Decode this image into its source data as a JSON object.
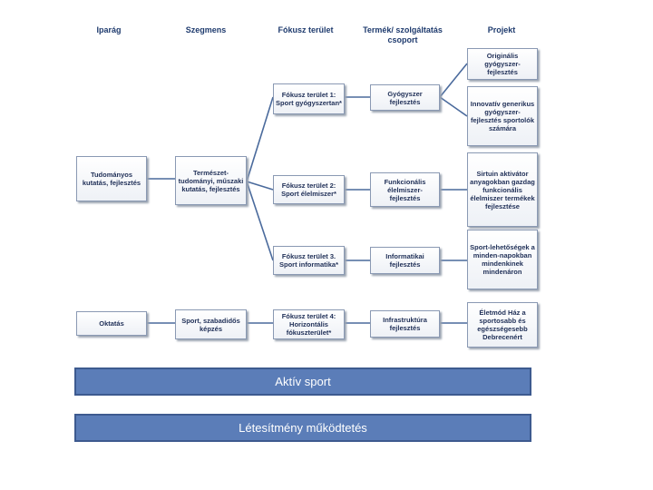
{
  "headers": {
    "industry": "Iparág",
    "segment": "Szegmens",
    "focus": "Fókusz terület",
    "product": "Termék/ szolgáltatás csoport",
    "project": "Projekt"
  },
  "industry": {
    "research": "Tudományos kutatás, fejlesztés",
    "education": "Oktatás"
  },
  "segment": {
    "science": "Természet-tudományi, műszaki kutatás, fejlesztés",
    "sport": "Sport, szabadidős képzés"
  },
  "focus": {
    "f1": "Fókusz terület 1: Sport gyógyszertan*",
    "f2": "Fókusz terület 2: Sport élelmiszer*",
    "f3": "Fókusz terület 3. Sport informatika*",
    "f4": "Fókusz terület 4: Horizontális fókuszterület*"
  },
  "product": {
    "p1": "Gyógyszer fejlesztés",
    "p2": "Funkcionális élelmiszer-fejlesztés",
    "p3": "Informatikai fejlesztés",
    "p4": "Infrastruktúra fejlesztés"
  },
  "project": {
    "j1": "Originális gyógyszer-fejlesztés",
    "j2": "Innovatív generikus gyógyszer-fejlesztés sportolók számára",
    "j3": "Sirtuin aktivátor anyagokban gazdag funkcionális élelmiszer termékek fejlesztése",
    "j4": "Sport-lehetőségek a minden-napokban mindenkinek mindenáron",
    "j5": "Életmód Ház a sportosabb és egészségesebb Debrecenért"
  },
  "bars": {
    "active_sport": "Aktív sport",
    "facility": "Létesítmény működtetés"
  },
  "colors": {
    "bar_fill": "#5b7db8",
    "connector": "#4a6a9c",
    "text": "#1f2f57"
  }
}
